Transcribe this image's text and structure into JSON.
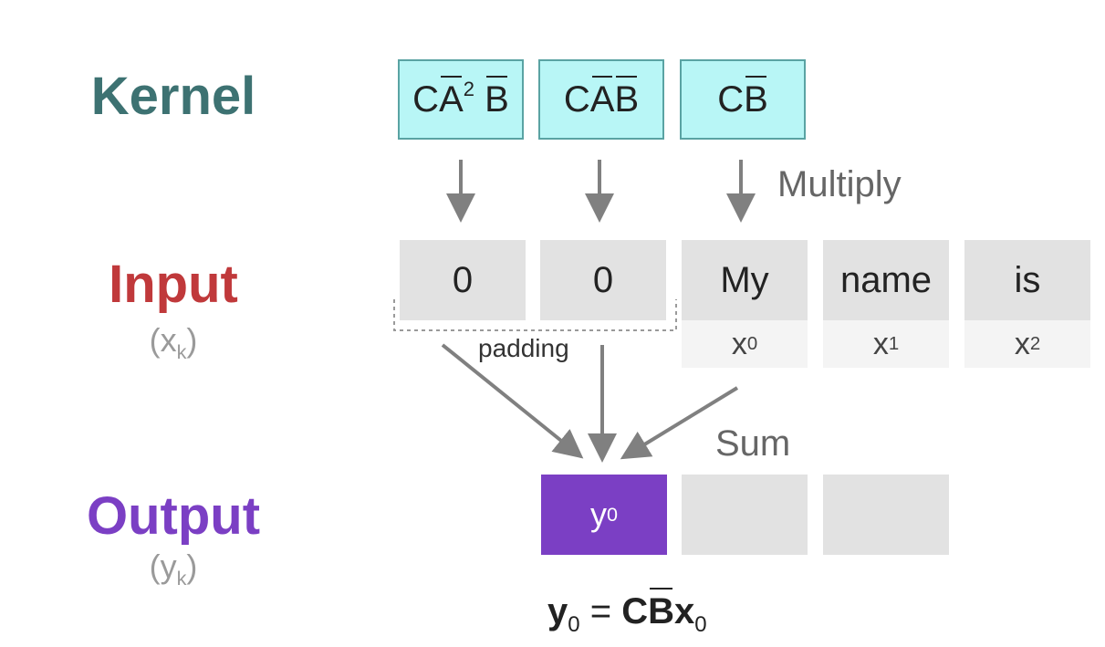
{
  "rows": {
    "kernel": {
      "label": "Kernel",
      "color": "#3d7272"
    },
    "input": {
      "label": "Input",
      "color": "#c0393b",
      "sub_label": "(x",
      "sub_index": "k",
      "sub_close": ")"
    },
    "output": {
      "label": "Output",
      "color": "#7b3fc4",
      "sub_label": "(y",
      "sub_index": "k",
      "sub_close": ")"
    }
  },
  "kernel_boxes": [
    {
      "c": "C",
      "a": "A",
      "power": "2",
      "b": "B"
    },
    {
      "c": "C",
      "a": "A",
      "b": "B"
    },
    {
      "c": "C",
      "b": "B"
    }
  ],
  "operations": {
    "multiply": "Multiply",
    "sum": "Sum",
    "padding": "padding"
  },
  "inputs": [
    {
      "token": "0"
    },
    {
      "token": "0"
    },
    {
      "token": "My",
      "var": "x",
      "index": "0"
    },
    {
      "token": "name",
      "var": "x",
      "index": "1"
    },
    {
      "token": "is",
      "var": "x",
      "index": "2"
    }
  ],
  "outputs": [
    {
      "var": "y",
      "index": "0"
    },
    {},
    {}
  ],
  "formula": {
    "lhs_var": "y",
    "lhs_index": "0",
    "eq": "=",
    "c": "C",
    "b": "B",
    "x_var": "x",
    "x_index": "0"
  },
  "colors": {
    "kernel_fill": "#b8f6f6",
    "kernel_border": "#5aa3a3",
    "cell_fill": "#e2e2e2",
    "arrow": "#808080",
    "output_active": "#7b3fc4"
  }
}
